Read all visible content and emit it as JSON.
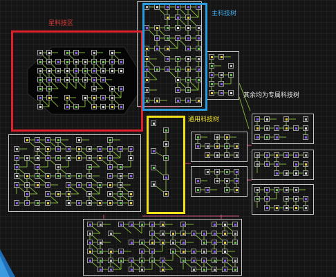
{
  "labels": {
    "star_tech_area": "星科技区",
    "main_tech_tree": "主科技树",
    "general_tech_tree": "通用科技树",
    "other_exclusive": "其余均为专属科技树"
  },
  "colors": {
    "highlight_red": "#e0202a",
    "highlight_blue": "#2a9bde",
    "highlight_yellow": "#f2e11a",
    "node_border": "#9a9a9a",
    "node_fill": "#1d1d1d",
    "connector_green": "#7fb23a",
    "connector_pink": "#d9557a",
    "accent_purple": "#8a5cf0",
    "accent_yellow": "#e8d13a",
    "accent_green": "#66c24a"
  },
  "icons": {
    "tech_node": "tech-node-icon",
    "corner_decoration": "corner-decoration-icon"
  }
}
